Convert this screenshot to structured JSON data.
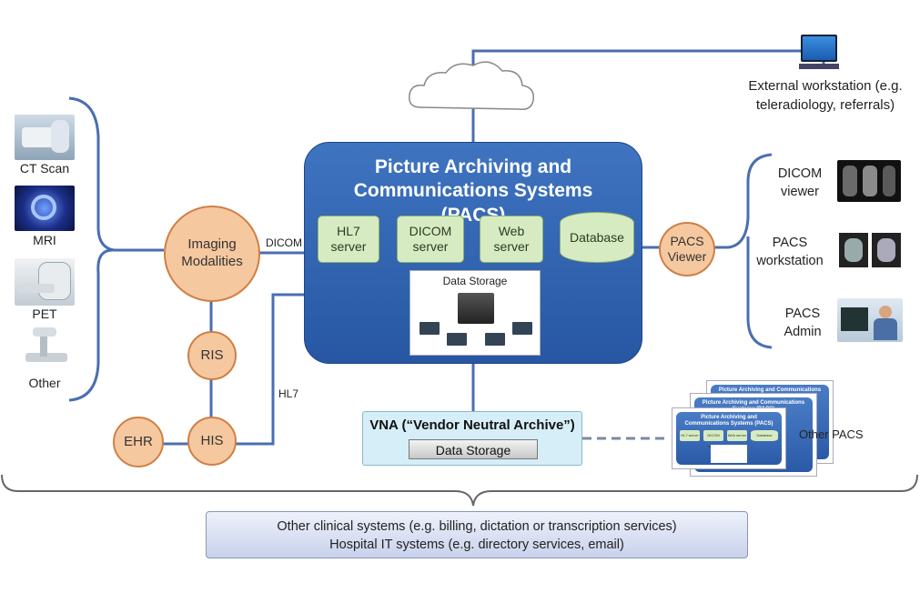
{
  "modalities": [
    {
      "label": "CT Scan",
      "icon": "ct-scanner-image"
    },
    {
      "label": "MRI",
      "icon": "mri-image"
    },
    {
      "label": "PET",
      "icon": "pet-scanner-image"
    },
    {
      "label": "Other",
      "icon": "xray-machine-image"
    }
  ],
  "nodes": {
    "imaging": "Imaging Modalities",
    "ris": "RIS",
    "his": "HIS",
    "ehr": "EHR",
    "pacs_viewer": "PACS Viewer"
  },
  "edges": {
    "dicom": "DICOM",
    "hl7": "HL7"
  },
  "pacs": {
    "title": "Picture Archiving and Communications Systems (PACS)",
    "servers": [
      "HL7 server",
      "DICOM server",
      "Web server",
      "Database"
    ],
    "storage": "Data Storage"
  },
  "vna": {
    "title": "VNA (“Vendor Neutral Archive”)",
    "storage": "Data Storage"
  },
  "external": "External workstation (e.g. teleradiology, referrals)",
  "viewers": [
    {
      "label": "DICOM viewer",
      "icon": "dicom-viewer-image"
    },
    {
      "label": "PACS workstation",
      "icon": "workstation-image"
    },
    {
      "label": "PACS Admin",
      "icon": "admin-photo-image"
    }
  ],
  "other_pacs": {
    "label": "Other PACS",
    "mini_title": "Picture Archiving and Communications Systems (PACS)",
    "mini_servers": [
      "HL7 server",
      "DICOM server",
      "Web server",
      "Database"
    ]
  },
  "bottom": {
    "line1": "Other clinical systems (e.g. billing, dictation or transcription services)",
    "line2": "Hospital IT systems (e.g. directory services, email)"
  },
  "colors": {
    "connector": "#4a6fb0",
    "pacs_fill": "#2f62ae",
    "server_fill": "#d7ebc3",
    "node_fill": "#f6c8a0",
    "vna_fill": "#d6eef7"
  }
}
